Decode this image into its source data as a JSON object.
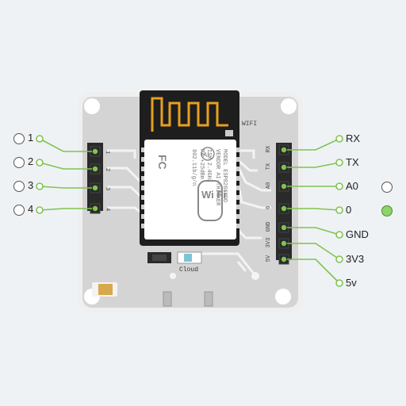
{
  "board": {
    "module_label": "WIFI",
    "cloud_label": "Cloud",
    "chip": {
      "model_line": "MODEL   ESP8266MOD",
      "vendor_line": "VENDOR  AI-THINKER",
      "ism_line": "ISM    2.4GHz",
      "pa_line": "PA    +25dBm",
      "std_line": "802.11b/g/n",
      "fc_mark": "FC",
      "wifi_mark": "Wi Fi",
      "logo": "AI"
    },
    "silk_left": [
      "1",
      "2",
      "3",
      "4"
    ],
    "silk_right": [
      "RX",
      "TX",
      "A0",
      "0",
      "GND",
      "3V3",
      "5V"
    ]
  },
  "left_pins": [
    {
      "label": "1",
      "state": "off"
    },
    {
      "label": "2",
      "state": "off"
    },
    {
      "label": "3",
      "state": "off"
    },
    {
      "label": "4",
      "state": "off"
    }
  ],
  "right_pins": [
    {
      "label": "RX"
    },
    {
      "label": "TX"
    },
    {
      "label": "A0",
      "state": "off"
    },
    {
      "label": "0",
      "state": "on"
    },
    {
      "label": "GND"
    },
    {
      "label": "3V3"
    },
    {
      "label": "5v"
    }
  ],
  "colors": {
    "board": "#d6d6d6",
    "board_edge": "#ececec",
    "pcb_trace": "#f4f4f4",
    "connector": "#2c2c2c",
    "pin_ok": "#7fc44f",
    "antenna": "#e8a020",
    "chip_shield": "#ffffff",
    "state_on": "#8fd36b"
  }
}
